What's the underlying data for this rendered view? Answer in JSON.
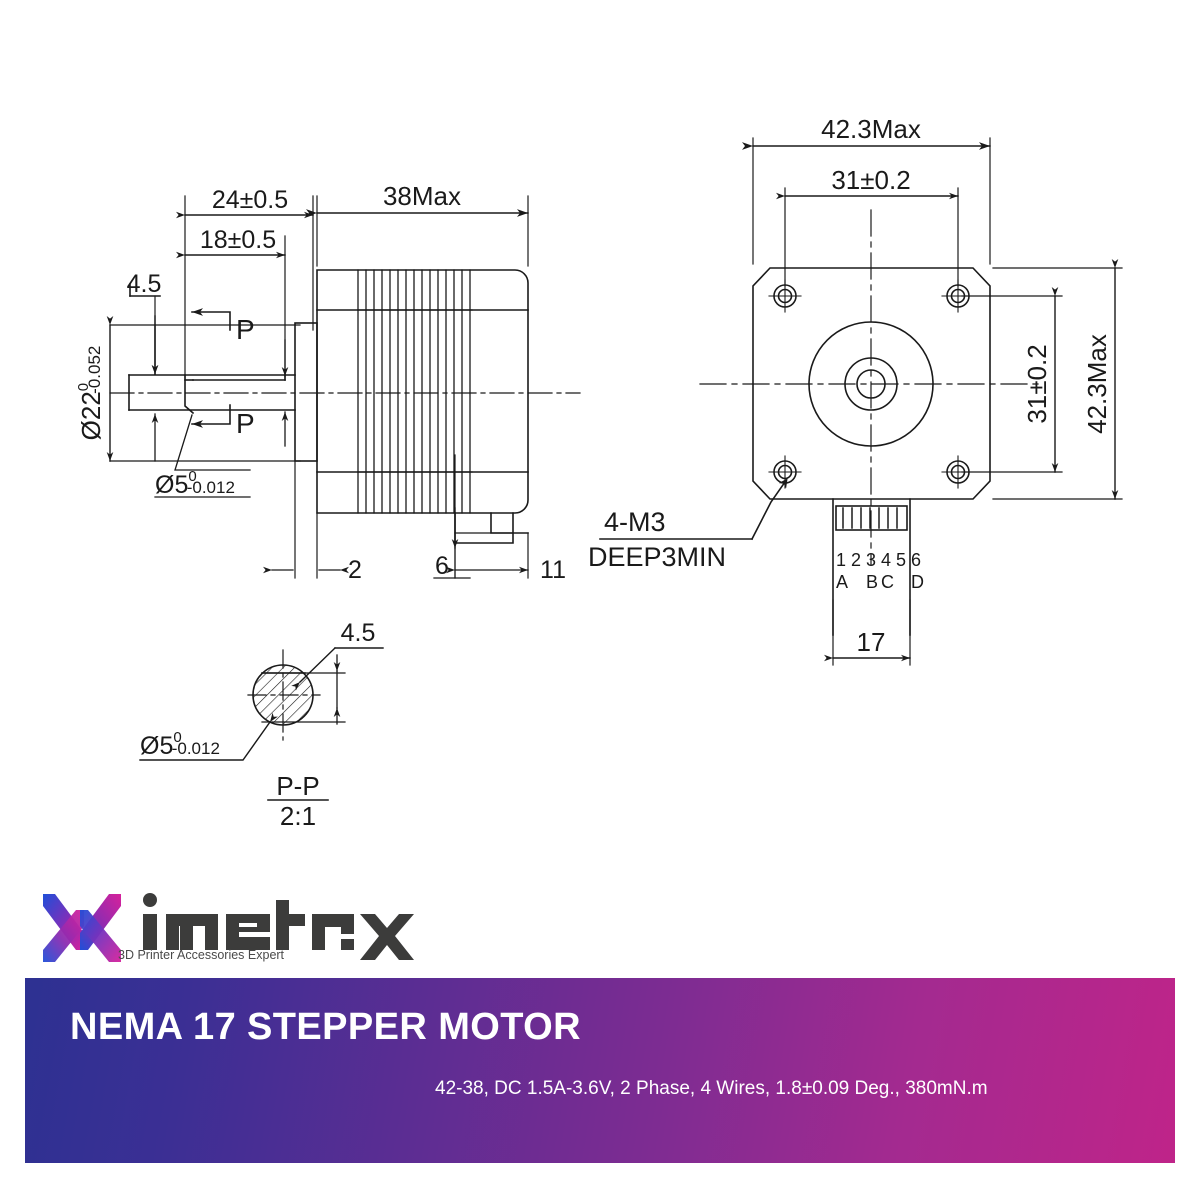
{
  "product": {
    "title": "NEMA 17 STEPPER MOTOR",
    "subtitle": "42-38, DC 1.5A-3.6V, 2 Phase, 4 Wires, 1.8±0.09 Deg., 380mN.m"
  },
  "brand": {
    "name": "imetrx",
    "tagline": "3D Printer Accessories Expert",
    "logo_gradient_start": "#1f4fd8",
    "logo_gradient_end": "#d6219b",
    "wordmark_color": "#3c3c3b"
  },
  "banner": {
    "gradient_start": "#2d3192",
    "gradient_end": "#bf2489"
  },
  "drawing": {
    "line_color": "#1a1a1a",
    "side_view": {
      "dimensions": {
        "length_max": "38Max",
        "shaft_total": "24±0.5",
        "flat_length": "18±0.5",
        "flat_depth": "4.5",
        "boss_dia": "Ø22",
        "boss_tol_upper": "0",
        "boss_tol_lower": "-0.052",
        "shaft_dia": "Ø5",
        "shaft_tol_upper": "0",
        "shaft_tol_lower": "-0.012",
        "boss_height": "2",
        "connector_height": "6",
        "connector_depth": "11"
      },
      "section_marks": [
        "P",
        "P"
      ]
    },
    "front_view": {
      "dimensions": {
        "width_max": "42.3Max",
        "height_max": "42.3Max",
        "bolt_spacing_h": "31±0.2",
        "bolt_spacing_v": "31±0.2",
        "connector_width": "17"
      },
      "notes": {
        "thread_line1": "4-M3",
        "thread_line2": "DEEP3MIN"
      },
      "connector": {
        "pin_numbers": [
          "1",
          "2",
          "3",
          "4",
          "5",
          "6"
        ],
        "phase_labels": [
          {
            "pin": "1",
            "label": "A"
          },
          {
            "pin": "3",
            "label": "B"
          },
          {
            "pin": "4",
            "label": "C"
          },
          {
            "pin": "6",
            "label": "D"
          }
        ]
      }
    },
    "section_view": {
      "title": "P-P",
      "scale": "2:1",
      "dimensions": {
        "flat_dim": "4.5",
        "shaft_dia": "Ø5",
        "shaft_tol_upper": "0",
        "shaft_tol_lower": "-0.012"
      }
    }
  }
}
